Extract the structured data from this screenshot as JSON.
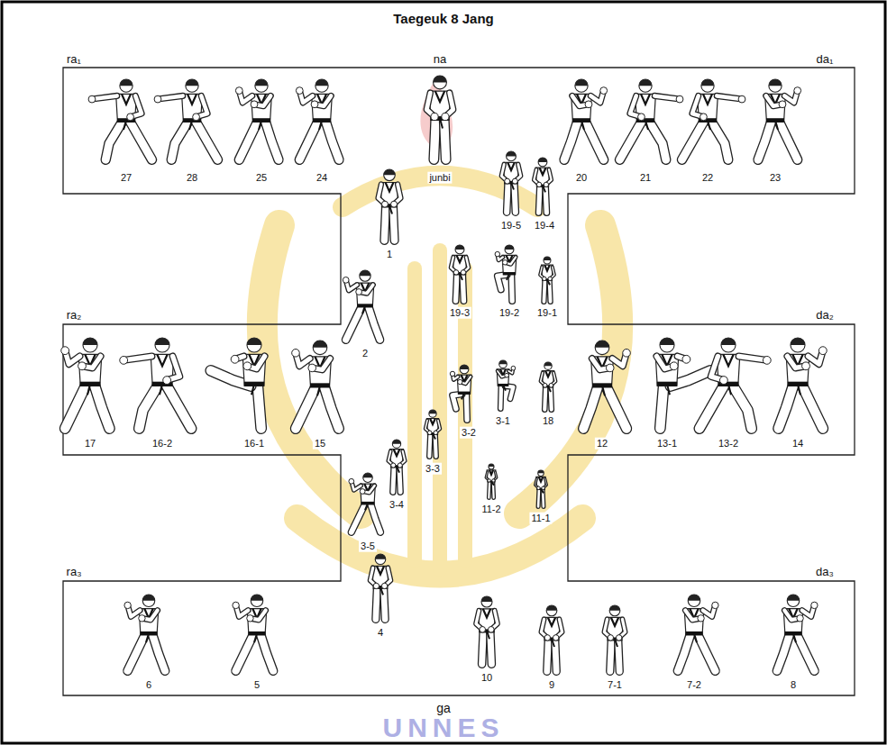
{
  "diagram": {
    "title": "Taegeuk 8 Jang",
    "labels": [
      "ra₁",
      "na",
      "da₁",
      "27",
      "28",
      "25",
      "24",
      "junbi",
      "20",
      "21",
      "22",
      "23",
      "1",
      "19-5",
      "19-4",
      "19-3",
      "19-2",
      "19-1",
      "2",
      "ra₂",
      "da₂",
      "17",
      "16-2",
      "16-1",
      "15",
      "3-1",
      "18",
      "12",
      "13-1",
      "13-2",
      "14",
      "3-2",
      "3-3",
      "3-4",
      "3-5",
      "11-2",
      "11-1",
      "4",
      "ra₃",
      "da₃",
      "10",
      "9",
      "6",
      "5",
      "7-1",
      "7-2",
      "8",
      "ga",
      "UNNES"
    ]
  }
}
